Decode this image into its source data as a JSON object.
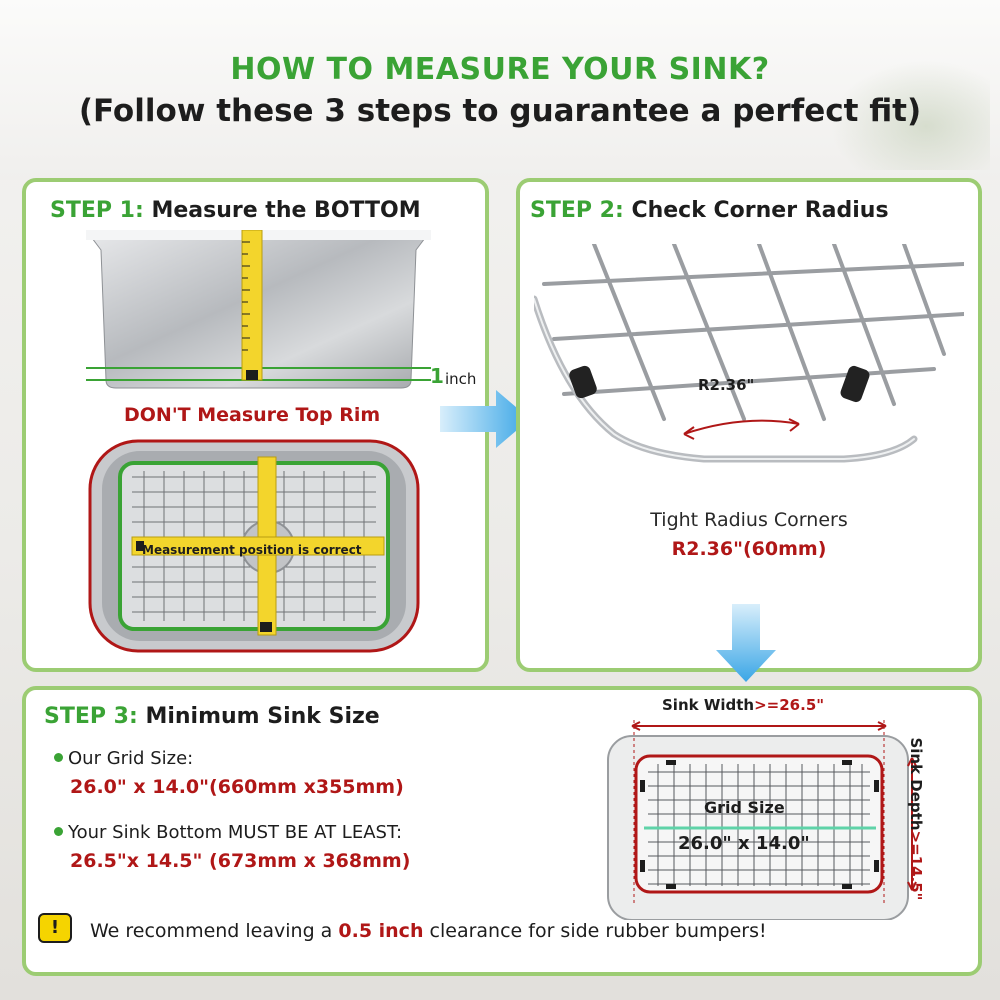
{
  "header": {
    "title": "HOW TO MEASURE YOUR SINK?",
    "subtitle": "(Follow these 3 steps to guarantee a perfect fit)"
  },
  "step1": {
    "step_label": "STEP 1:",
    "heading": "Measure the BOTTOM",
    "inch_number": "1",
    "inch_unit": "inch",
    "warning": "DON'T Measure Top Rim",
    "tape_label": "Measurement position is correct"
  },
  "step2": {
    "step_label": "STEP 2:",
    "heading": "Check Corner Radius",
    "radius_label": "R2.36\"",
    "caption": "Tight Radius Corners",
    "caption_value": "R2.36\"(60mm)"
  },
  "step3": {
    "step_label": "STEP 3:",
    "heading": "Minimum Sink Size",
    "grid_size_label": "Our Grid Size:",
    "grid_size_value": "26.0\" x 14.0\"(660mm x355mm)",
    "sink_min_label": "Your Sink Bottom MUST BE AT LEAST:",
    "sink_min_value": "26.5\"x 14.5\" (673mm x 368mm)",
    "warning_icon": "!",
    "note_prefix": "We recommend leaving a ",
    "note_emphasis": "0.5 inch",
    "note_suffix": " clearance for side rubber bumpers!",
    "diagram": {
      "width_label": "Sink Width",
      "width_value": ">=26.5\"",
      "depth_label": "Sink Depth",
      "depth_value": ">=14.5\"",
      "grid_label": "Grid Size",
      "grid_value": "26.0\" x 14.0\""
    }
  },
  "colors": {
    "accent_green": "#3aa335",
    "panel_border": "#9ccc73",
    "warning_red": "#b01717",
    "arrow_blue": "#5ab8ec"
  },
  "icons": [
    "warning-icon",
    "arrow-right-icon",
    "arrow-down-icon"
  ]
}
